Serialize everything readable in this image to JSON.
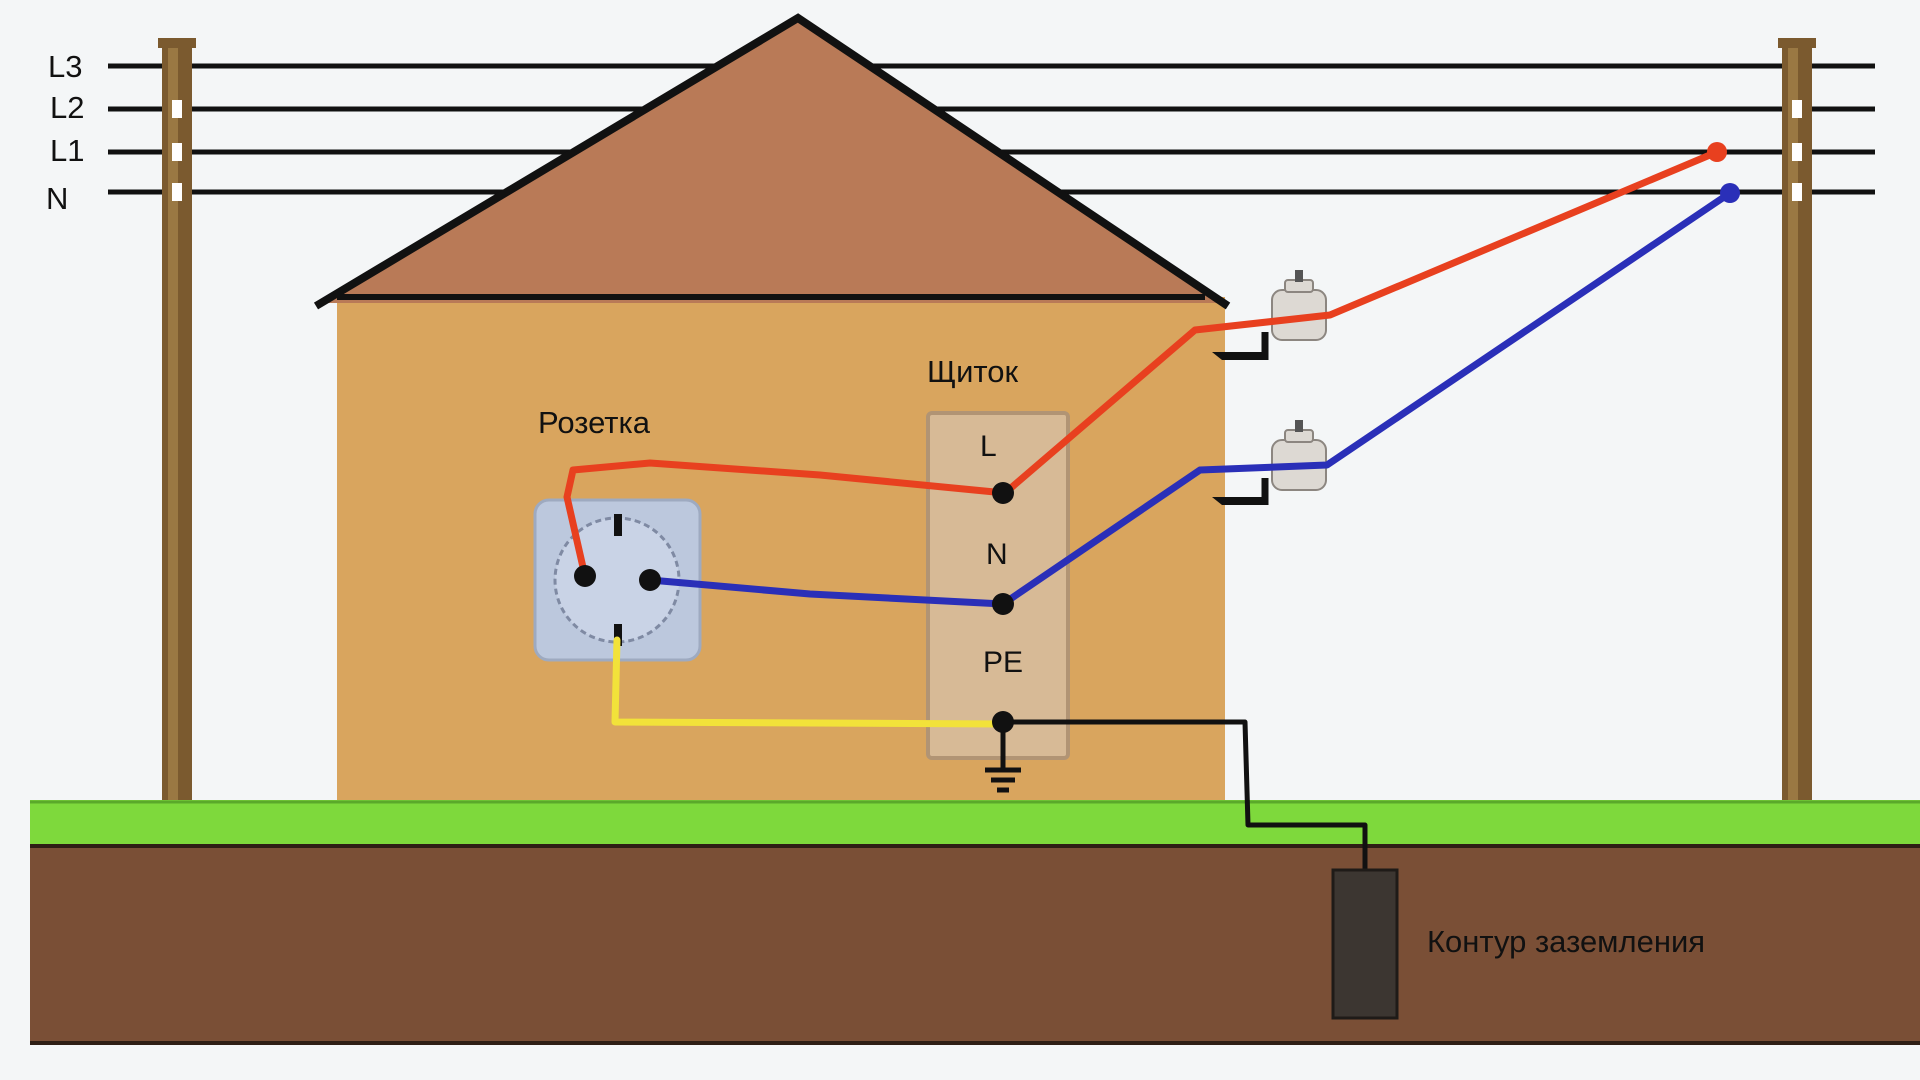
{
  "lines": {
    "l3": "L3",
    "l2": "L2",
    "l1": "L1",
    "n": "N"
  },
  "labels": {
    "socket": "Розетка",
    "panel": "Щиток",
    "ground_loop": "Контур заземления"
  },
  "panel_terminals": {
    "l": "L",
    "n": "N",
    "pe": "PE"
  },
  "colors": {
    "phase_wire": "#e8401f",
    "neutral_wire": "#2a2fb8",
    "earth_wire": "#f2e23a",
    "ground_link": "#111111",
    "roof": "#b97a57",
    "wall": "#d9a55e",
    "grass": "#7ed93c",
    "soil": "#7a4f36",
    "sky": "#f4f6f7"
  }
}
